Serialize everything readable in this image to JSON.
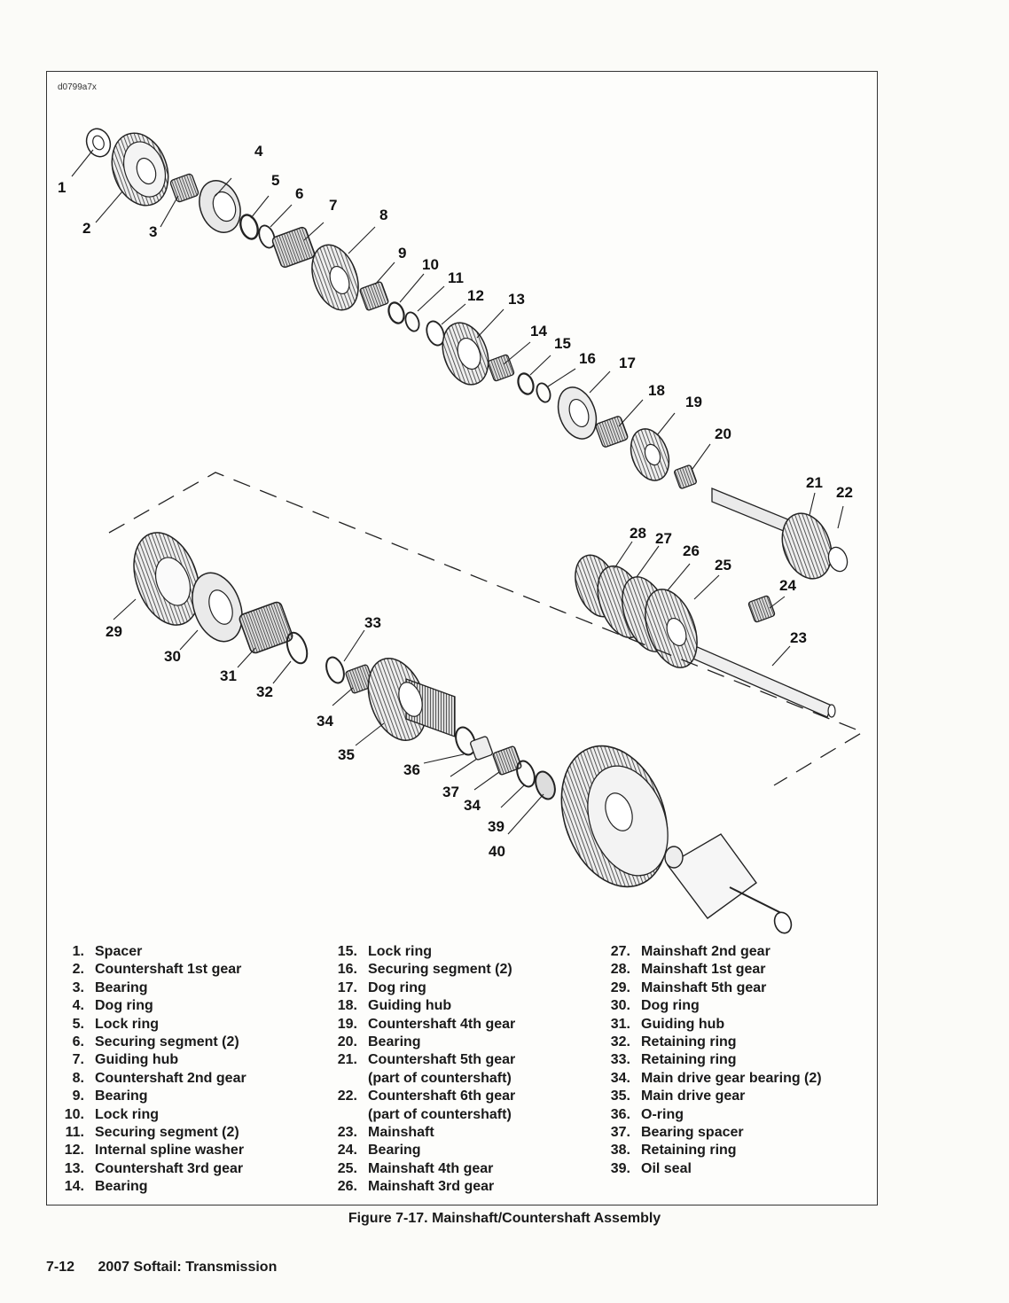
{
  "figure_id": "d0799a7x",
  "callouts": [
    "1",
    "2",
    "3",
    "4",
    "5",
    "6",
    "7",
    "8",
    "9",
    "10",
    "11",
    "12",
    "13",
    "14",
    "15",
    "16",
    "17",
    "18",
    "19",
    "20",
    "21",
    "22",
    "23",
    "24",
    "25",
    "26",
    "27",
    "28",
    "29",
    "30",
    "31",
    "32",
    "33",
    "34",
    "35",
    "36",
    "37",
    "34",
    "39",
    "40"
  ],
  "legend": {
    "col1": [
      {
        "n": "1.",
        "t": "Spacer"
      },
      {
        "n": "2.",
        "t": "Countershaft 1st gear"
      },
      {
        "n": "3.",
        "t": "Bearing"
      },
      {
        "n": "4.",
        "t": "Dog ring"
      },
      {
        "n": "5.",
        "t": "Lock ring"
      },
      {
        "n": "6.",
        "t": "Securing segment (2)"
      },
      {
        "n": "7.",
        "t": "Guiding hub"
      },
      {
        "n": "8.",
        "t": "Countershaft 2nd gear"
      },
      {
        "n": "9.",
        "t": "Bearing"
      },
      {
        "n": "10.",
        "t": "Lock ring"
      },
      {
        "n": "11.",
        "t": "Securing segment (2)"
      },
      {
        "n": "12.",
        "t": "Internal spline washer"
      },
      {
        "n": "13.",
        "t": "Countershaft 3rd gear"
      },
      {
        "n": "14.",
        "t": "Bearing"
      }
    ],
    "col2": [
      {
        "n": "15.",
        "t": "Lock ring"
      },
      {
        "n": "16.",
        "t": "Securing segment (2)"
      },
      {
        "n": "17.",
        "t": "Dog ring"
      },
      {
        "n": "18.",
        "t": "Guiding hub"
      },
      {
        "n": "19.",
        "t": "Countershaft 4th gear"
      },
      {
        "n": "20.",
        "t": "Bearing"
      },
      {
        "n": "21.",
        "t": "Countershaft 5th gear"
      },
      {
        "n": "",
        "t": "(part of countershaft)"
      },
      {
        "n": "22.",
        "t": "Countershaft 6th gear"
      },
      {
        "n": "",
        "t": "(part of countershaft)"
      },
      {
        "n": "23.",
        "t": "Mainshaft"
      },
      {
        "n": "24.",
        "t": "Bearing"
      },
      {
        "n": "25.",
        "t": "Mainshaft 4th gear"
      },
      {
        "n": "26.",
        "t": "Mainshaft 3rd gear"
      }
    ],
    "col3": [
      {
        "n": "27.",
        "t": "Mainshaft 2nd gear"
      },
      {
        "n": "28.",
        "t": "Mainshaft 1st gear"
      },
      {
        "n": "29.",
        "t": "Mainshaft 5th gear"
      },
      {
        "n": "30.",
        "t": "Dog ring"
      },
      {
        "n": "31.",
        "t": "Guiding hub"
      },
      {
        "n": "32.",
        "t": "Retaining ring"
      },
      {
        "n": "33.",
        "t": "Retaining ring"
      },
      {
        "n": "34.",
        "t": "Main drive gear bearing (2)"
      },
      {
        "n": "35.",
        "t": "Main drive gear"
      },
      {
        "n": "36.",
        "t": "O-ring"
      },
      {
        "n": "37.",
        "t": "Bearing spacer"
      },
      {
        "n": "38.",
        "t": "Retaining ring"
      },
      {
        "n": "39.",
        "t": "Oil seal"
      }
    ]
  },
  "caption": "Figure 7-17. Mainshaft/Countershaft Assembly",
  "footer": {
    "page_number": "7-12",
    "title": "2007 Softail: Transmission"
  }
}
